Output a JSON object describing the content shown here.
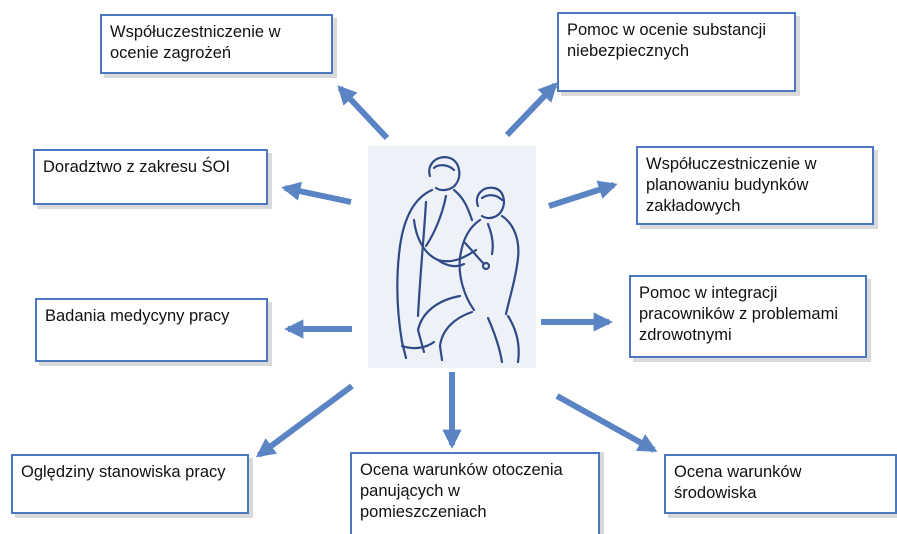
{
  "center": {
    "icon": "doctor-examining-patient-illustration"
  },
  "colors": {
    "arrow": "#5b84c4",
    "box_border": "#4a78c2",
    "illustration_bg": "#eef2f8",
    "illustration_line": "#2f4a86"
  },
  "boxes": {
    "risk_assessment": "Współuczestniczenie w ocenie zagrożeń",
    "hazardous_substances": "Pomoc w ocenie substancji niebezpiecznych",
    "osh_consulting": "Doradztwo z zakresu ŚOI",
    "building_planning": "Współuczestniczenie w planowaniu budynków zakładowych",
    "medical_exams": "Badania medycyny pracy",
    "integration": "Pomoc w integracji pracowników z problemami zdrowotnymi",
    "workstation_inspection": "Oględziny stanowiska pracy",
    "indoor_conditions": "Ocena warunków otoczenia panujących w pomieszczeniach",
    "environment_assessment": "Ocena warunków środowiska"
  }
}
